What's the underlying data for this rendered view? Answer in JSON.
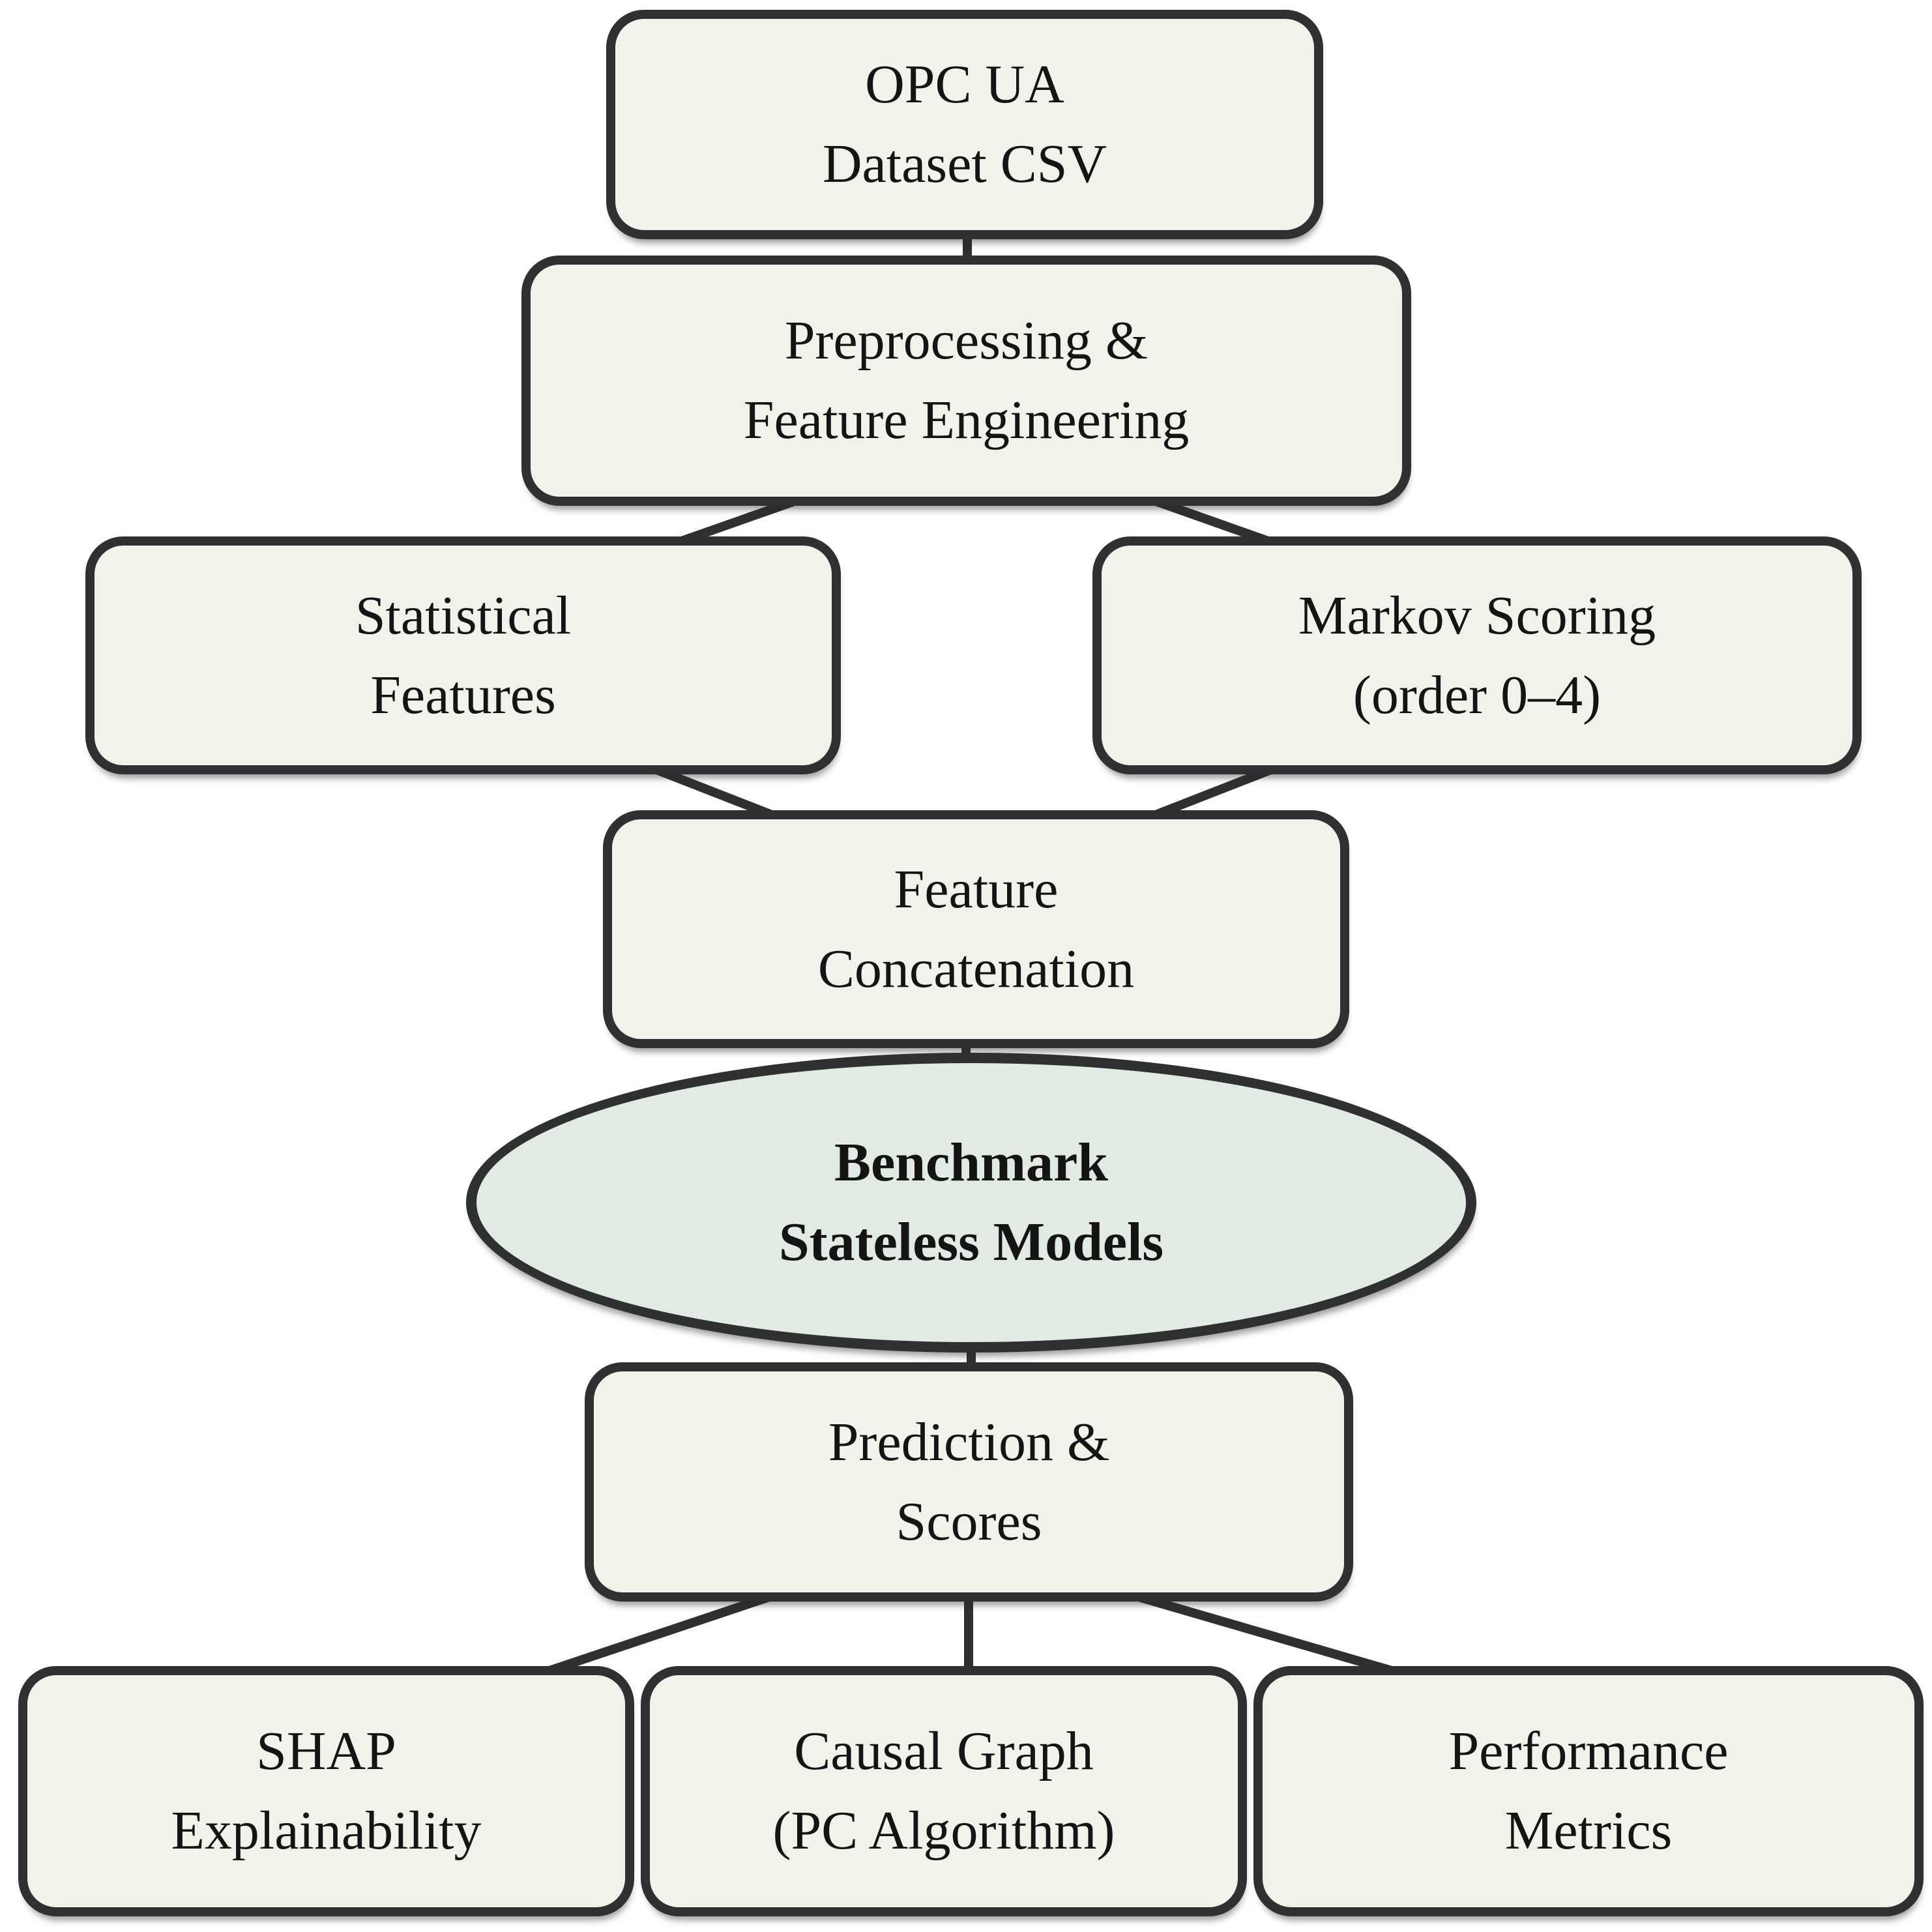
{
  "diagram": {
    "title": "Pipeline flowchart",
    "colors": {
      "background": "#ffffff",
      "node_fill": "#f3f2ea",
      "ellipse_fill": "#e2eae4",
      "border": "#2f3031",
      "text": "#141414"
    },
    "nodes": {
      "opc": {
        "label": "OPC UA\nDataset CSV",
        "shape": "rect"
      },
      "prep": {
        "label": "Preprocessing &\nFeature Engineering",
        "shape": "rect"
      },
      "stat": {
        "label": "Statistical\nFeatures",
        "shape": "rect"
      },
      "markov": {
        "label": "Markov Scoring\n(order 0–4)",
        "shape": "rect"
      },
      "concat": {
        "label": "Feature\nConcatenation",
        "shape": "rect"
      },
      "benchmark": {
        "label": "Benchmark\nStateless Models",
        "shape": "ellipse",
        "bold": true
      },
      "pred": {
        "label": "Prediction &\nScores",
        "shape": "rect"
      },
      "shap": {
        "label": "SHAP\nExplainability",
        "shape": "rect"
      },
      "causal": {
        "label": "Causal Graph\n(PC Algorithm)",
        "shape": "rect"
      },
      "metrics": {
        "label": "Performance\nMetrics",
        "shape": "rect"
      }
    },
    "edges": [
      {
        "from": "opc",
        "to": "prep"
      },
      {
        "from": "prep",
        "to": "stat"
      },
      {
        "from": "prep",
        "to": "markov"
      },
      {
        "from": "stat",
        "to": "concat"
      },
      {
        "from": "markov",
        "to": "concat"
      },
      {
        "from": "concat",
        "to": "benchmark"
      },
      {
        "from": "benchmark",
        "to": "pred"
      },
      {
        "from": "pred",
        "to": "shap"
      },
      {
        "from": "pred",
        "to": "causal"
      },
      {
        "from": "pred",
        "to": "metrics"
      }
    ]
  }
}
